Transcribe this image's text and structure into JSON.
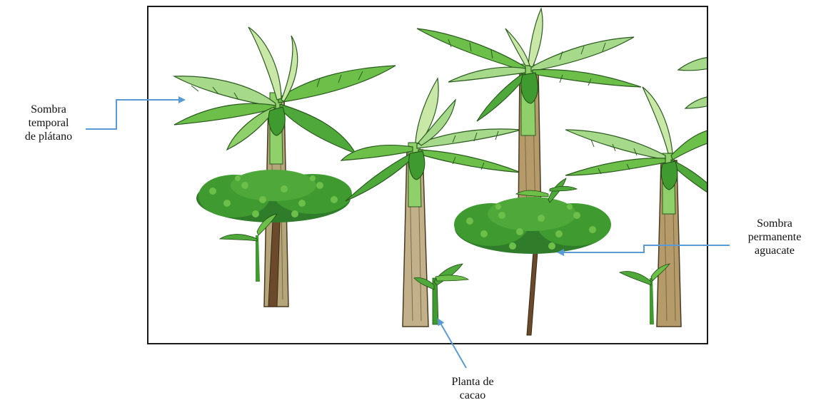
{
  "diagram": {
    "labels": {
      "banana_shade": [
        "Sombra",
        "temporal",
        "de plátano"
      ],
      "avocado_shade": [
        "Sombra",
        "permanente",
        "aguacate"
      ],
      "cacao_plant": [
        "Planta de",
        "cacao"
      ]
    },
    "colors": {
      "frame_border": "#1a1a1a",
      "arrow": "#5b9bd5",
      "leaf_dark": "#3f9b2f",
      "leaf_light": "#c9e8a8",
      "leaf_mid": "#6cc04a",
      "trunk": "#b59a6a",
      "trunk_dark": "#6b4a2b",
      "canopy": "#2f7d2a"
    },
    "icons": [
      "banana-plant-icon",
      "avocado-tree-icon",
      "cacao-plant-icon"
    ]
  }
}
